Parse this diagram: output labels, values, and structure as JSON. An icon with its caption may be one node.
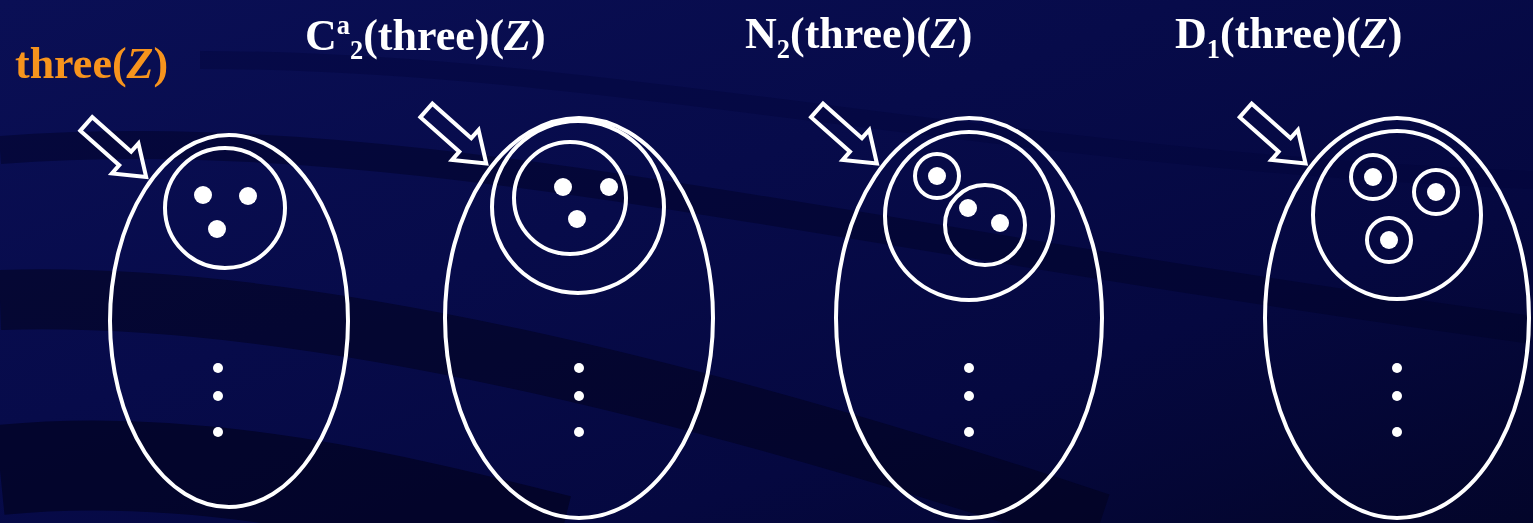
{
  "diagram": {
    "nodes": [
      {
        "text": [
          "three(*Z*)"
        ]
      },
      {
        "text": [],
        "shape": "circle",
        "in": 0
      },
      {
        "text": [
          "C$^{a}$$_{2}$(three)(*Z*)"
        ]
      },
      {
        "text": [],
        "shape": "circle",
        "in": 2
      },
      {
        "text": [],
        "shape": "circle",
        "in": 3
      },
      {
        "text": [
          "N$_{2}$(three)(*Z*)"
        ]
      },
      {
        "text": [],
        "shape": "circle",
        "in": 5
      },
      {
        "text": [],
        "shape": "circle",
        "in": 6
      },
      {
        "text": [],
        "shape": "circle",
        "in": 6
      },
      {
        "text": [
          "D$_{1}$(three)(*Z*)"
        ]
      },
      {
        "text": [],
        "shape": "circle",
        "in": 9
      },
      {
        "text": [],
        "shape": "circle",
        "in": 10
      },
      {
        "text": [],
        "shape": "circle",
        "in": 10
      },
      {
        "text": [],
        "shape": "circle",
        "in": 10
      }
    ],
    "edges": [
      {
        "from": null,
        "to": 0,
        "arrow": "to"
      },
      {
        "from": null,
        "to": 2,
        "arrow": "to"
      },
      {
        "from": null,
        "to": 5,
        "arrow": "to"
      },
      {
        "from": null,
        "to": 9,
        "arrow": "to"
      }
    ]
  }
}
